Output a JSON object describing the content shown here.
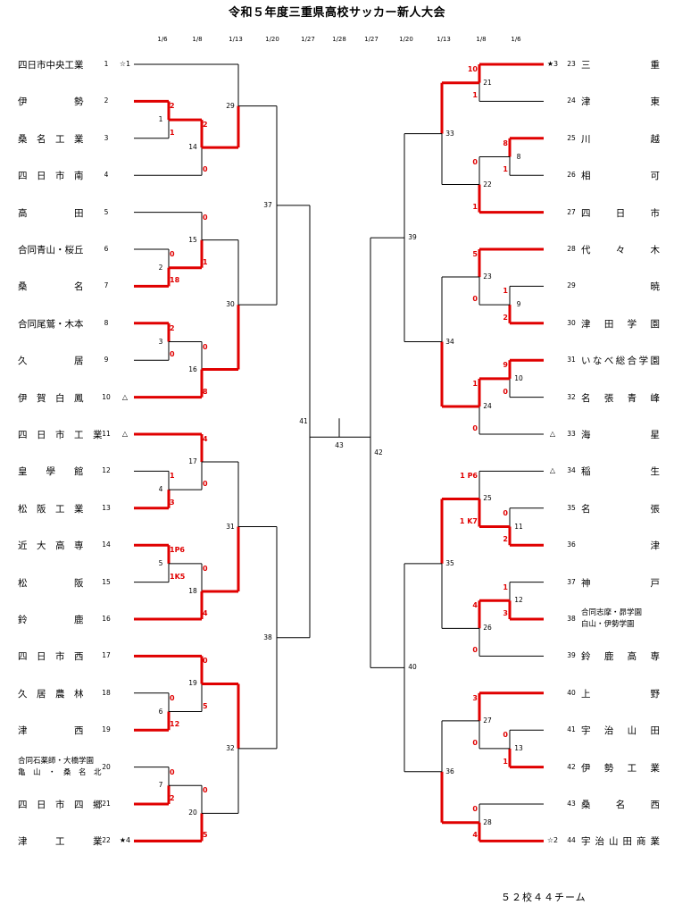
{
  "title": "令和５年度三重県高校サッカー新人大会",
  "footer": "５２校４４チーム",
  "dates_left": [
    "1/6",
    "1/8",
    "1/13",
    "1/20",
    "1/27",
    "1/28"
  ],
  "dates_right": [
    "1/27",
    "1/20",
    "1/13",
    "1/8",
    "1/6"
  ],
  "teams_left": [
    {
      "seed": "1",
      "name": "四日市中央工業",
      "mark": "☆1"
    },
    {
      "seed": "2",
      "name": "伊　　　　　勢",
      "mark": ""
    },
    {
      "seed": "3",
      "name": "桑　名　工　業",
      "mark": ""
    },
    {
      "seed": "4",
      "name": "四　日　市　南",
      "mark": ""
    },
    {
      "seed": "5",
      "name": "高　　　　　田",
      "mark": ""
    },
    {
      "seed": "6",
      "name": "合同青山・桜丘",
      "mark": ""
    },
    {
      "seed": "7",
      "name": "桑　　　　　名",
      "mark": ""
    },
    {
      "seed": "8",
      "name": "合同尾鷲・木本",
      "mark": ""
    },
    {
      "seed": "9",
      "name": "久　　　　　居",
      "mark": ""
    },
    {
      "seed": "10",
      "name": "伊　賀　白　鳳",
      "mark": "△"
    },
    {
      "seed": "11",
      "name": "四　日　市　工　業",
      "mark": "△"
    },
    {
      "seed": "12",
      "name": "皇　　學　　館",
      "mark": ""
    },
    {
      "seed": "13",
      "name": "松　阪　工　業",
      "mark": ""
    },
    {
      "seed": "14",
      "name": "近　大　高　専",
      "mark": ""
    },
    {
      "seed": "15",
      "name": "松　　　　　阪",
      "mark": ""
    },
    {
      "seed": "16",
      "name": "鈴　　　　　鹿",
      "mark": ""
    },
    {
      "seed": "17",
      "name": "四　日　市　西",
      "mark": ""
    },
    {
      "seed": "18",
      "name": "久　居　農　林",
      "mark": ""
    },
    {
      "seed": "19",
      "name": "津　　　　　西",
      "mark": ""
    },
    {
      "seed": "20",
      "name": "",
      "lines": [
        "合同石薬師・大橋学園",
        "亀　山　・　桑　名　北"
      ],
      "mark": ""
    },
    {
      "seed": "21",
      "name": "四　日　市　四　郷",
      "mark": ""
    },
    {
      "seed": "22",
      "name": "津　　　工　　　業",
      "mark": "★4"
    }
  ],
  "teams_right": [
    {
      "seed": "23",
      "name": "三　　　　　重",
      "mark": "★3"
    },
    {
      "seed": "24",
      "name": "津　　　　　東",
      "mark": ""
    },
    {
      "seed": "25",
      "name": "川　　　　　越",
      "mark": ""
    },
    {
      "seed": "26",
      "name": "相　　　　　可",
      "mark": ""
    },
    {
      "seed": "27",
      "name": "四　　日　　市",
      "mark": ""
    },
    {
      "seed": "28",
      "name": "代　　々　　木",
      "mark": ""
    },
    {
      "seed": "29",
      "name": "　　　暁",
      "mark": ""
    },
    {
      "seed": "30",
      "name": "津　田　学　園",
      "mark": ""
    },
    {
      "seed": "31",
      "name": "いなべ総合学園",
      "mark": ""
    },
    {
      "seed": "32",
      "name": "名　張　青　峰",
      "mark": ""
    },
    {
      "seed": "33",
      "name": "海　　　　　星",
      "mark": "△"
    },
    {
      "seed": "34",
      "name": "稲　　　　　生",
      "mark": "△"
    },
    {
      "seed": "35",
      "name": "名　　　　　張",
      "mark": ""
    },
    {
      "seed": "36",
      "name": "　　　津",
      "mark": ""
    },
    {
      "seed": "37",
      "name": "神　　　　　戸",
      "mark": ""
    },
    {
      "seed": "38",
      "name": "",
      "lines": [
        "合同志摩・昴学園",
        "白山・伊勢学園"
      ],
      "mark": ""
    },
    {
      "seed": "39",
      "name": "鈴　鹿　高　専",
      "mark": ""
    },
    {
      "seed": "40",
      "name": "上　　　　　野",
      "mark": ""
    },
    {
      "seed": "41",
      "name": "宇　治　山　田",
      "mark": ""
    },
    {
      "seed": "42",
      "name": "伊　勢　工　業",
      "mark": ""
    },
    {
      "seed": "43",
      "name": "桑　　名　　西",
      "mark": ""
    },
    {
      "seed": "44",
      "name": "宇治山田商業",
      "mark": "☆2"
    }
  ],
  "match_numbers": [
    "1",
    "2",
    "3",
    "4",
    "5",
    "6",
    "7",
    "8",
    "9",
    "10",
    "11",
    "12",
    "13",
    "14",
    "15",
    "16",
    "17",
    "18",
    "19",
    "20",
    "21",
    "22",
    "23",
    "24",
    "25",
    "26",
    "27",
    "28",
    "29",
    "30",
    "31",
    "32",
    "33",
    "34",
    "35",
    "36",
    "37",
    "38",
    "39",
    "40",
    "41",
    "42",
    "43"
  ],
  "scores": {
    "m1": [
      "2",
      "1"
    ],
    "m2": [
      "0",
      "18"
    ],
    "m3": [
      "2",
      "0"
    ],
    "m4": [
      "1",
      "3"
    ],
    "m5": [
      "1P6",
      "1K5"
    ],
    "m6": [
      "0",
      "12"
    ],
    "m7": [
      "0",
      "2"
    ],
    "m8": [
      "8",
      "1"
    ],
    "m9": [
      "1",
      "2"
    ],
    "m10": [
      "9",
      "0"
    ],
    "m11": [
      "0",
      "2"
    ],
    "m12": [
      "1",
      "3"
    ],
    "m13": [
      "0",
      "1"
    ],
    "m14": [
      "2",
      "0"
    ],
    "m15": [
      "0",
      "1"
    ],
    "m16": [
      "0",
      "8"
    ],
    "m17": [
      "4",
      "0"
    ],
    "m18": [
      "0",
      "4"
    ],
    "m19": [
      "0",
      "5"
    ],
    "m20": [
      "0",
      "5"
    ],
    "m21": [
      "10",
      "1"
    ],
    "m22": [
      "0",
      "1"
    ],
    "m23": [
      "5",
      "0"
    ],
    "m24": [
      "1",
      "0"
    ],
    "m25": [
      "1 P6",
      "1 K7"
    ],
    "m26": [
      "4",
      "0"
    ],
    "m27": [
      "3",
      "0"
    ],
    "m28": [
      "0",
      "4"
    ]
  },
  "colors": {
    "winner_line": "#e00000",
    "line": "#000000"
  }
}
